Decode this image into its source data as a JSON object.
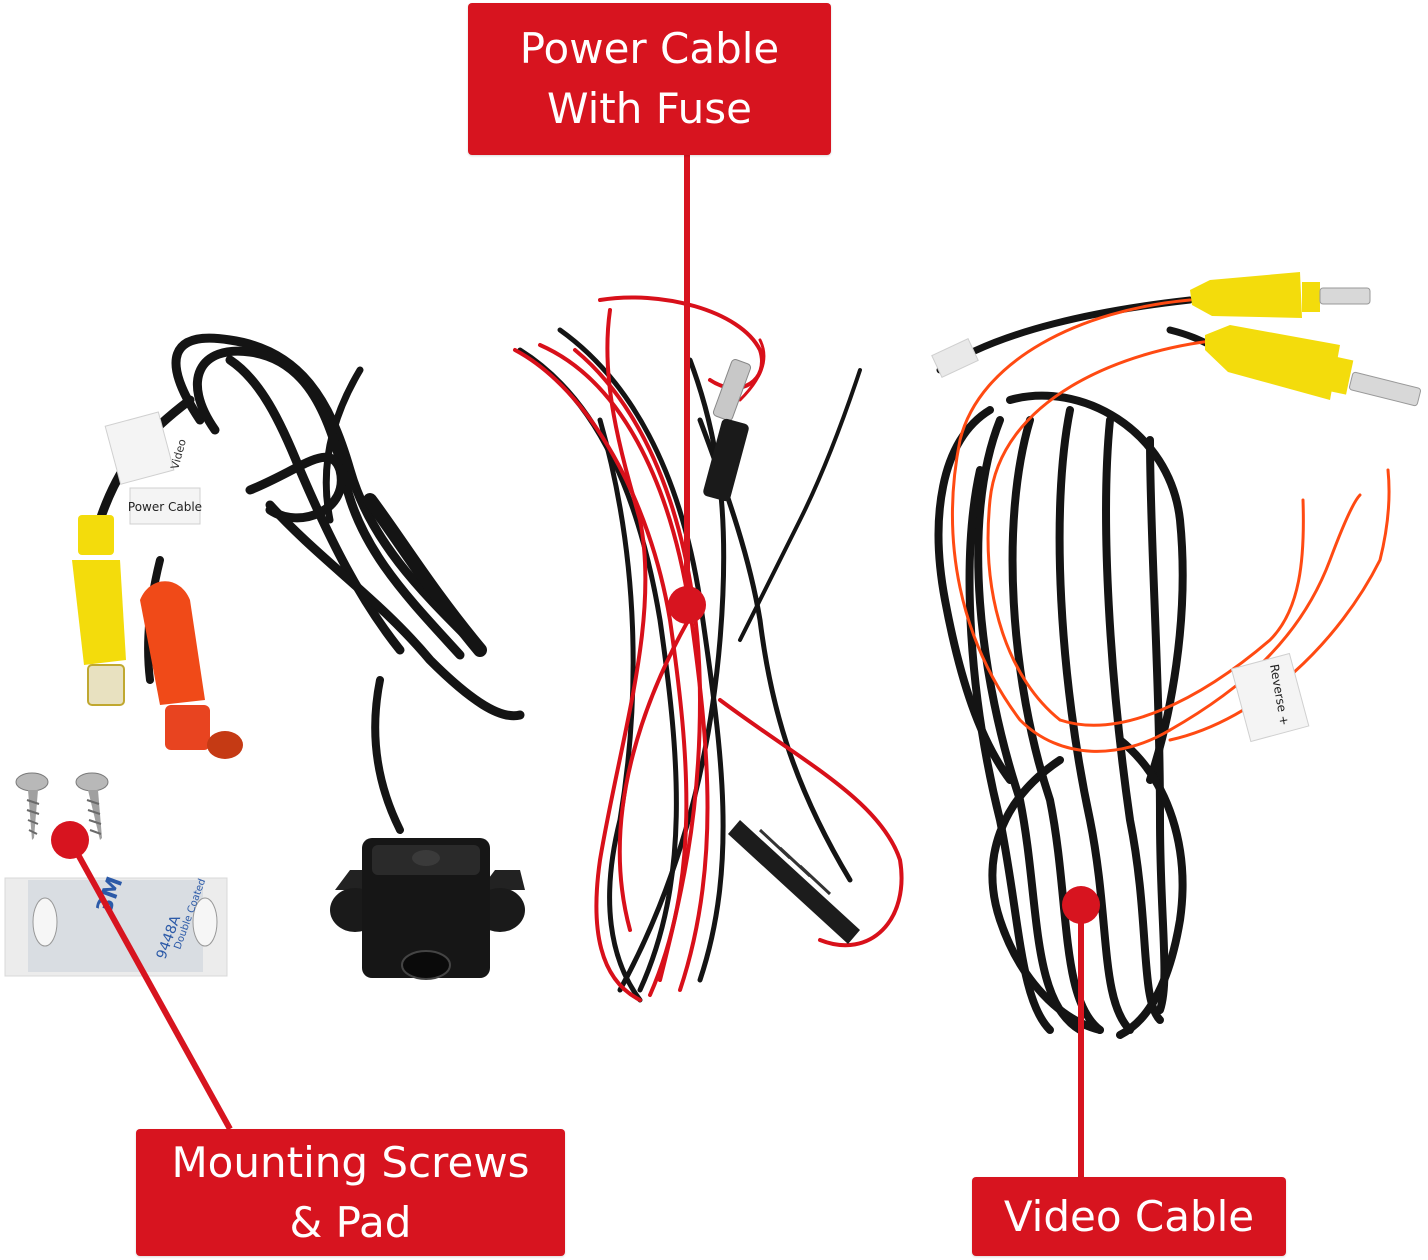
{
  "callouts": {
    "power": {
      "line1": "Power Cable",
      "line2": "With Fuse"
    },
    "mount": {
      "line1": "Mounting Screws",
      "line2": "& Pad"
    },
    "video": {
      "line1": "Video Cable"
    }
  },
  "product_labels": {
    "tag_power_cable": "Power Cable",
    "tag_video": "Video",
    "tag_reverse": "Reverse +",
    "pad_code": "9448A",
    "pad_brand": "3M",
    "pad_text": "Double Coated"
  },
  "colors": {
    "callout_red": "#d7141f",
    "wire_red": "#d8101a",
    "wire_orange": "#ff4a12",
    "cable_black": "#141414",
    "rca_yellow": "#f3dc0c",
    "rca_orange": "#f04a18"
  }
}
